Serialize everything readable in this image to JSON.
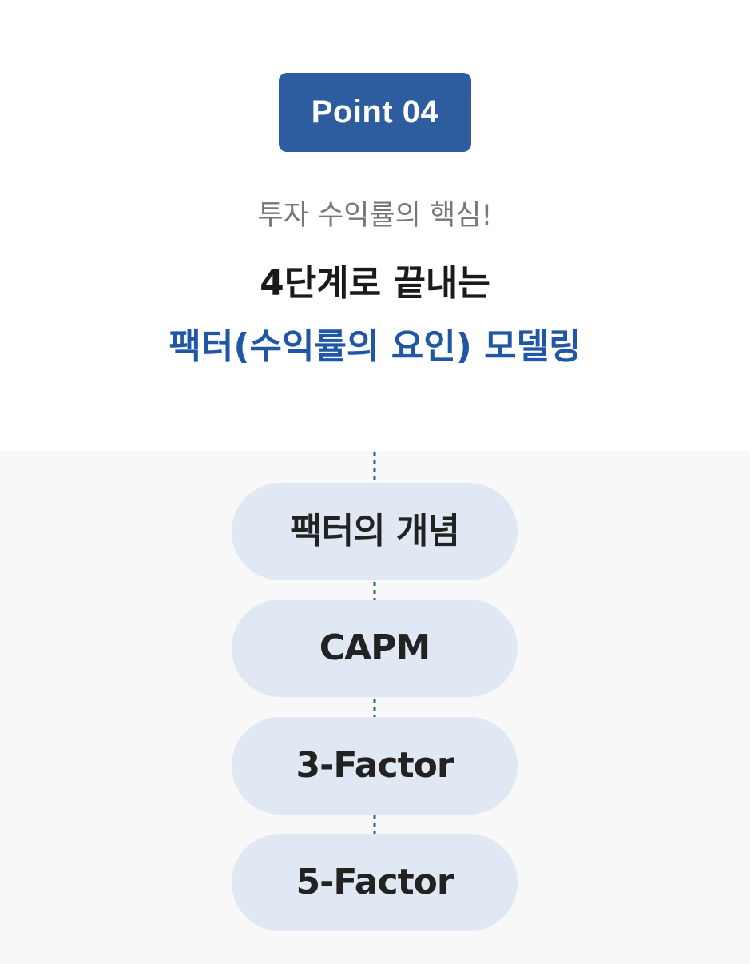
{
  "header": {
    "badge": "Point 04",
    "subtitle": "투자 수익률의 핵심!",
    "title_line1": "4단계로 끝내는",
    "title_line2": "팩터(수익률의 요인) 모델링"
  },
  "flow": {
    "steps": [
      {
        "label": "팩터의 개념"
      },
      {
        "label": "CAPM"
      },
      {
        "label": "3-Factor"
      },
      {
        "label": "5-Factor"
      }
    ],
    "connector_color": "#2e5d8f"
  },
  "colors": {
    "badge_bg": "#2e5d9f",
    "accent_title": "#1f56a6",
    "step_bg": "#dfe8f3",
    "panel_bg": "#f8f8f9"
  }
}
